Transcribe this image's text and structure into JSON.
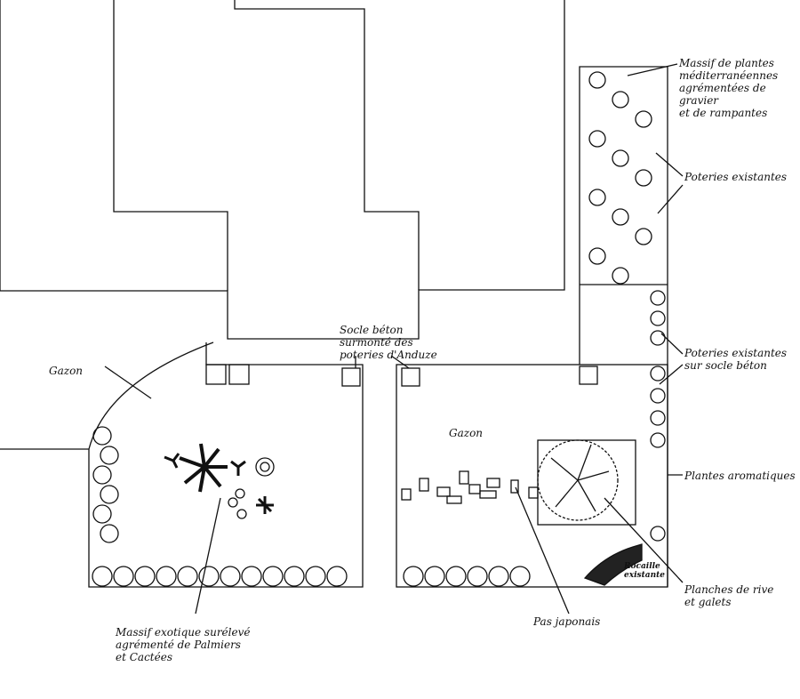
{
  "labels": {
    "gazon_left": "Gazon",
    "gazon_center": "Gazon",
    "socle": "Socle béton\nsurmonté des\npoteries d'Anduze",
    "massif_med": "Massif de plantes\nméditerranéennes\nagrémentées de gravier\net de rampantes",
    "poteries1": "Poteries existantes",
    "poteries2": "Poteries existantes\nsur socle béton",
    "aromatiques": "Plantes aromatiques",
    "rocaille": "Rocaille\nexistante",
    "planches": "Planches de rive\net galets",
    "pas": "Pas japonais",
    "massif_exo": "Massif exotique surélevé\nagrémenté de Palmiers\net Cactées"
  }
}
